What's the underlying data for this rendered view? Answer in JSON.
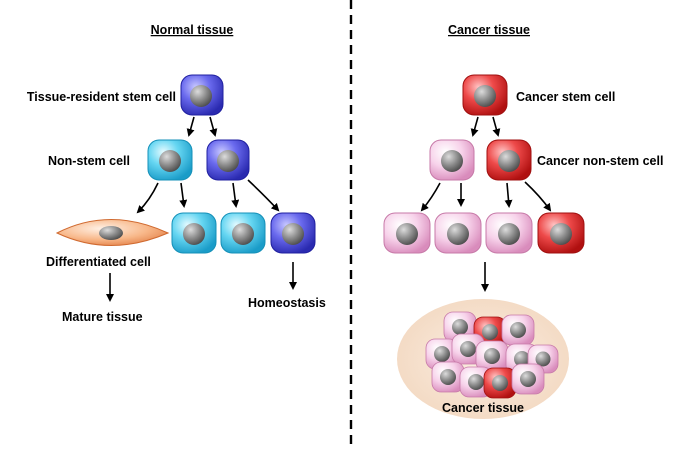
{
  "normal": {
    "title": "Normal tissue",
    "stem_cell_label": "Tissue-resident stem cell",
    "non_stem_label": "Non-stem cell",
    "differentiated_label": "Differentiated cell",
    "mature_label": "Mature tissue",
    "homeostasis_label": "Homeostasis"
  },
  "cancer": {
    "title": "Cancer tissue",
    "stem_cell_label": "Cancer stem cell",
    "non_stem_label": "Cancer non-stem cell",
    "tissue_label": "Cancer tissue"
  },
  "colors": {
    "stem_blue": "#4c4ce0",
    "non_stem_cyan": "#3fc6ea",
    "differentiated_orange": "#f5a06a",
    "cancer_red": "#e02424",
    "cancer_pink": "#f2b6dc",
    "nucleus_gray": "#7a7a7a",
    "tissue_bg": "#f8e4d2"
  }
}
